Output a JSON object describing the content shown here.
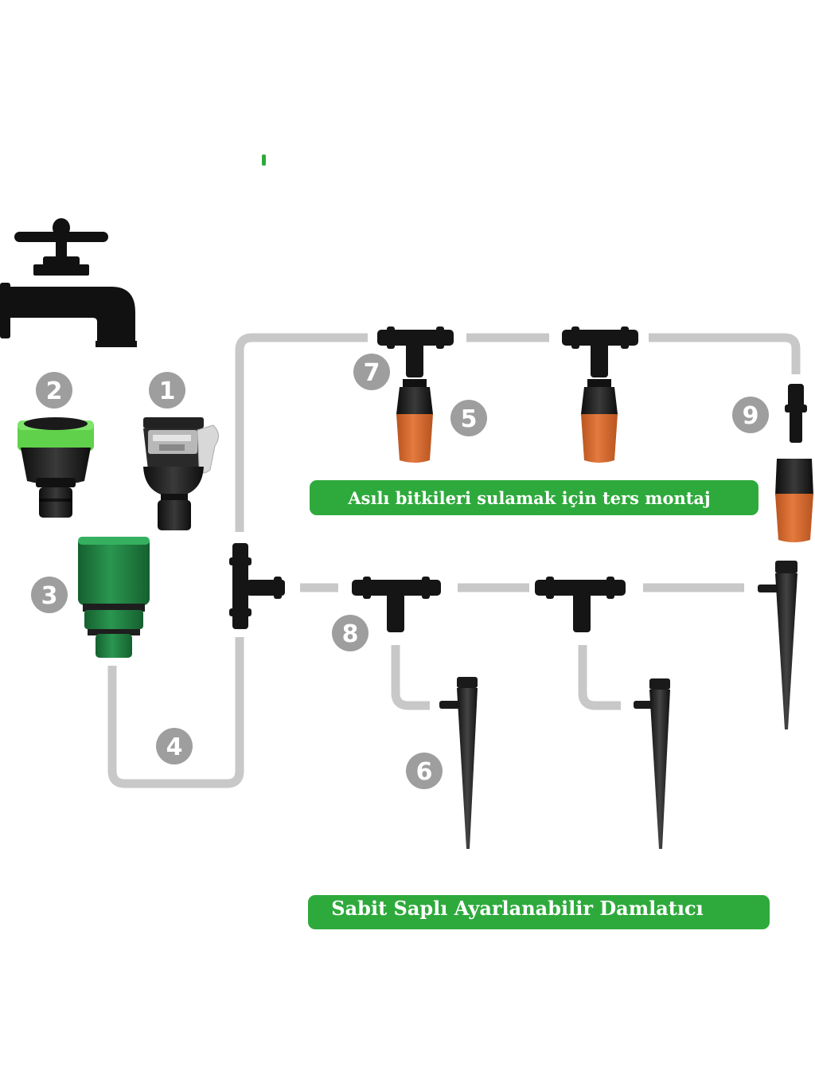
{
  "labels": {
    "n1": "1",
    "n2": "2",
    "n3": "3",
    "n4": "4",
    "n5": "5",
    "n6": "6",
    "n7": "7",
    "n8": "8",
    "n9": "9"
  },
  "banners": {
    "hanging": "Asılı bitkileri sulamak için ters montaj",
    "dripper": "Sabit Saplı Ayarlanabilir Damlatıcı"
  },
  "colors": {
    "pipe": "#c8c8c8",
    "badge": "#9e9e9e",
    "banner": "#2eaa3c",
    "fitting": "#1e1e1e",
    "orange": "#d96a2e",
    "green_light": "#5fd14a",
    "green_dark": "#1e7a3e"
  }
}
